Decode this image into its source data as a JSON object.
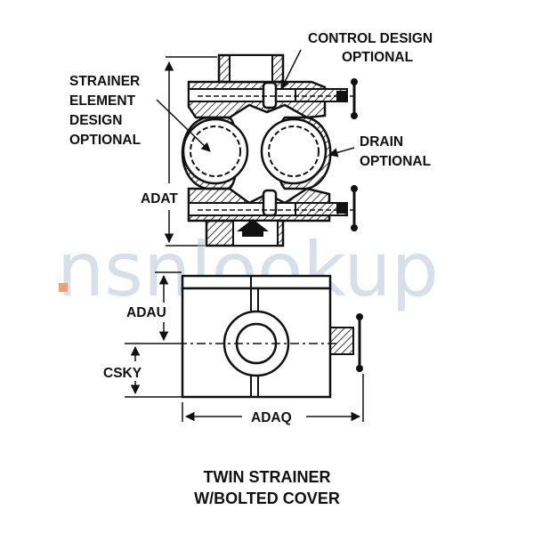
{
  "labels": {
    "control_design": "CONTROL DESIGN",
    "control_optional": "OPTIONAL",
    "strainer_line1": "STRAINER",
    "strainer_line2": "ELEMENT",
    "strainer_line3": "DESIGN",
    "strainer_line4": "OPTIONAL",
    "drain_line1": "DRAIN",
    "drain_line2": "OPTIONAL",
    "adat": "ADAT",
    "adau": "ADAU",
    "csky": "CSKY",
    "adaq": "ADAQ"
  },
  "title": {
    "line1": "TWIN STRAINER",
    "line2": "W/BOLTED COVER"
  },
  "watermark": {
    "text_main": "nsnlookup",
    "dot_color": "#f0a070"
  }
}
